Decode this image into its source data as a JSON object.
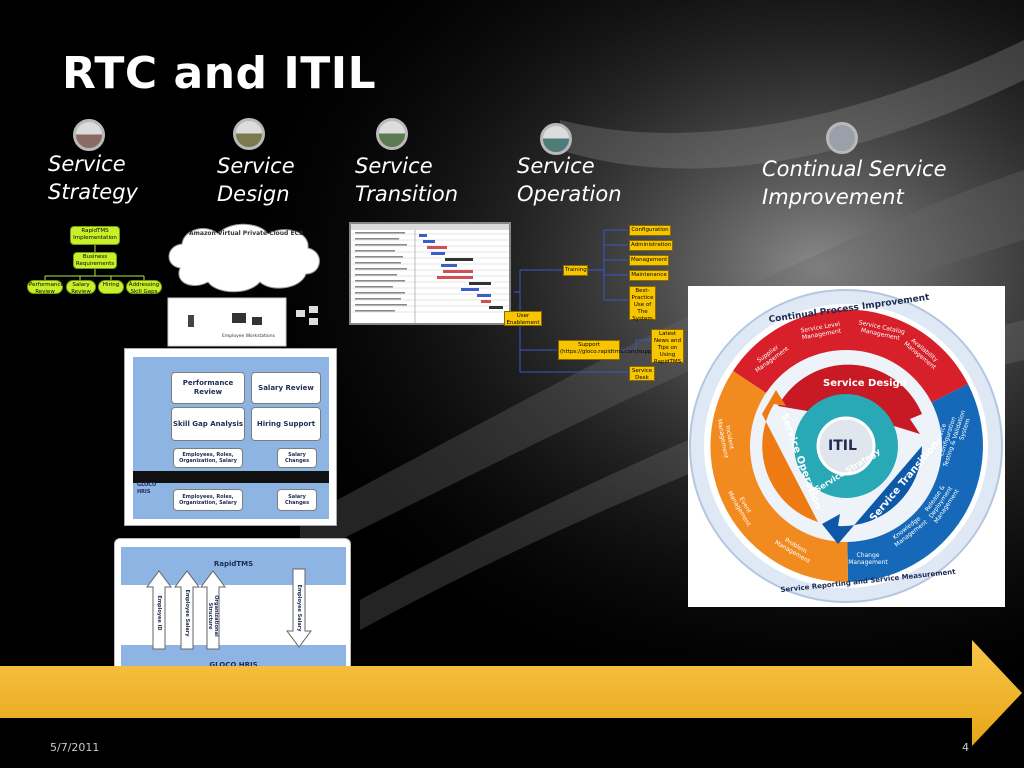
{
  "slide": {
    "title": "RTC and ITIL",
    "date": "5/7/2011",
    "page_number": "4"
  },
  "phases": [
    {
      "line1": "Service",
      "line2": "Strategy",
      "color": "#8a6a62"
    },
    {
      "line1": "Service",
      "line2": "Design",
      "color": "#7b7a4e"
    },
    {
      "line1": "Service",
      "line2": "Transition",
      "color": "#5a7a52"
    },
    {
      "line1": "Service",
      "line2": "Operation",
      "color": "#4f7b79"
    },
    {
      "line1": "Continual Service",
      "line2": "Improvement",
      "color": "#8a8f99"
    }
  ],
  "strategy_tree": {
    "root": "RapidTMS Implementation",
    "mid": "Business Requirements",
    "leaves": [
      "Performance Review",
      "Salary Review",
      "Hiring",
      "Addressing Skill Gaps"
    ]
  },
  "design_cloud": {
    "title": "Amazon Virtual Private Cloud EC2",
    "caption": "Employee Workstations"
  },
  "hris_panel": {
    "boxes": [
      "Performance Review",
      "Salary Review",
      "Skill Gap Analysis",
      "Hiring Support"
    ],
    "row1": [
      "Employees, Roles, Organization, Salary",
      "Salary Changes"
    ],
    "label": "GLOCO HRIS",
    "row2": [
      "Employees, Roles, Organization, Salary",
      "Salary Changes"
    ]
  },
  "integration_panel": {
    "top": "RapidTMS",
    "bottom": "GLOCO HRIS",
    "arrows": [
      "Employee ID",
      "Employee Salary",
      "Organizational Structure",
      "Employee Salary"
    ]
  },
  "operation_map": {
    "items": [
      "Configuration",
      "Administration",
      "Management",
      "Maintenance",
      "Best-Practice Use of The System",
      "Training",
      "User Enablement",
      "Support (https://gloco.rapidtms.com/support)",
      "Latest News and Tips on Using RapidTMS",
      "Service Desk"
    ]
  },
  "itil_diagram": {
    "outer_title": "Continual Process Improvement",
    "bottom_title": "Service Reporting and Service Measurement",
    "center": "ITIL",
    "ring": [
      "Service Design",
      "Service Transition",
      "Service Operation",
      "Service Strategy"
    ],
    "red_segment": [
      "Supplier Management",
      "Service Level Management",
      "Service Catalog Management",
      "Availability Management"
    ],
    "blue_segment": [
      "Service Configuration Testing & Validation",
      "System",
      "Release & Deployment Management",
      "Knowledge Management",
      "Change Management"
    ],
    "orange_segment": [
      "Incident Management",
      "Event Management",
      "Problem Management"
    ]
  },
  "colors": {
    "arrow": "#f5b82a",
    "red": "#d8202a",
    "blue": "#1668b8",
    "orange": "#f28b1f"
  }
}
